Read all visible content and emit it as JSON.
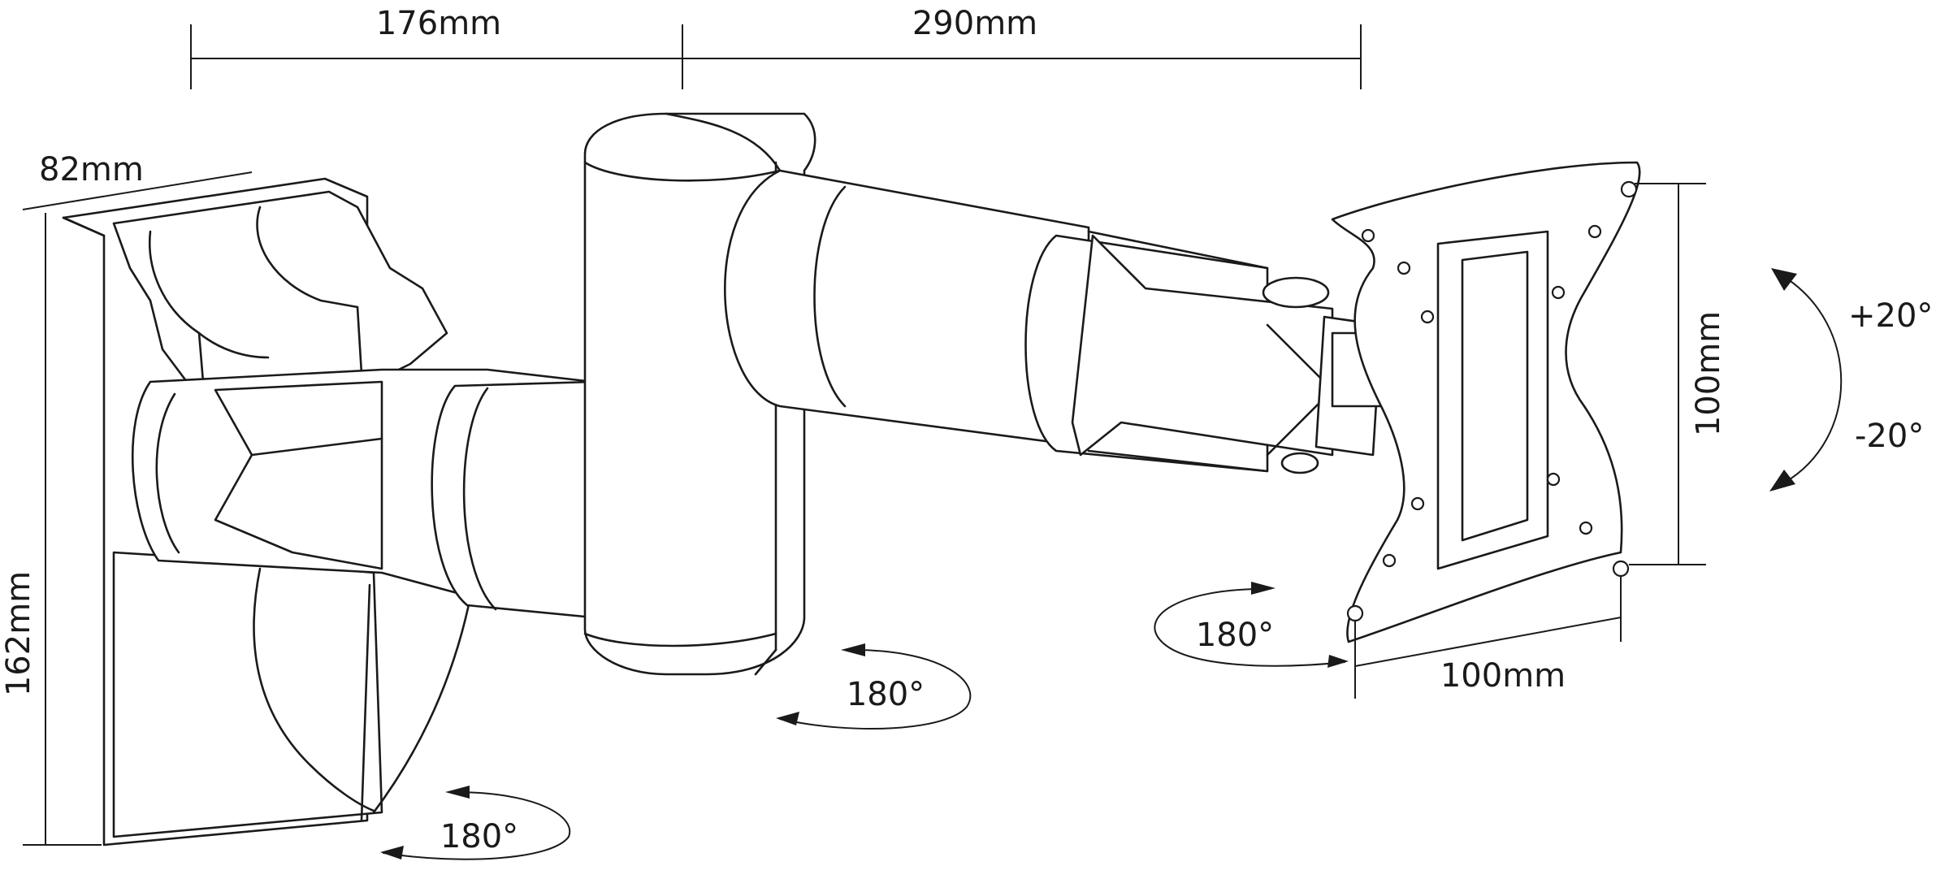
{
  "dimensions": {
    "arm_inner_length": "176mm",
    "arm_outer_length": "290mm",
    "wall_plate_depth": "82mm",
    "wall_plate_height": "162mm",
    "vesa_vertical": "100mm",
    "vesa_horizontal": "100mm"
  },
  "rotations": {
    "wall_joint": "180°",
    "elbow_joint": "180°",
    "head_swivel": "180°",
    "tilt_up": "+20°",
    "tilt_down": "-20°"
  }
}
